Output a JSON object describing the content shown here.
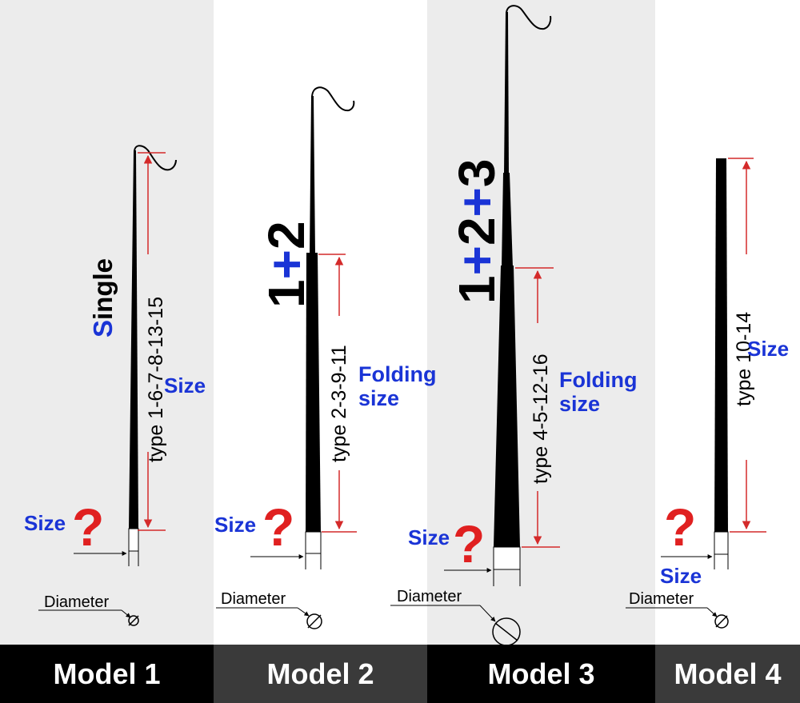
{
  "colors": {
    "panel_gray": "#ececec",
    "panel_white": "#ffffff",
    "footer_dark": "#000000",
    "footer_mid": "#3a3a3a",
    "accent_blue": "#1a34d6",
    "accent_red": "#e02020",
    "dim_red": "#d42a2a",
    "rod_black": "#000000"
  },
  "labels": {
    "size": "Size",
    "question": "?",
    "diameter": "Diameter",
    "folding_line1": "Folding",
    "folding_line2": "size"
  },
  "models": [
    {
      "footer": "Model 1",
      "heading": "Single",
      "heading_first": "S",
      "heading_rest": "ingle",
      "type_label": "type 1-6-7-8-13-15"
    },
    {
      "footer": "Model 2",
      "heading": "1+2",
      "type_label": "type 2-3-9-11"
    },
    {
      "footer": "Model 3",
      "heading": "1+2+3",
      "type_label": "type 4-5-12-16"
    },
    {
      "footer": "Model 4",
      "type_label": "type 10-14"
    }
  ]
}
